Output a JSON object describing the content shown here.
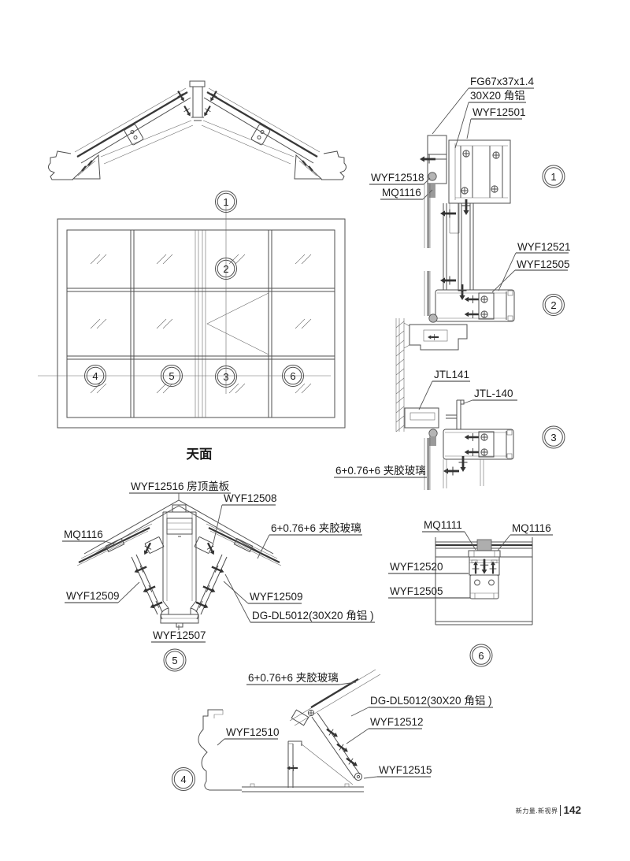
{
  "page": {
    "footer_slogan": "新力量.新视界",
    "footer_page": "142"
  },
  "plan": {
    "title": "天面",
    "callouts": [
      "1",
      "2",
      "3",
      "4",
      "5",
      "6"
    ]
  },
  "details": {
    "d1": {
      "number": "1",
      "labels": {
        "l1": "FG67x37x1.4",
        "l2": "30X20 角铝",
        "l3": "WYF12501",
        "l4": "WYF12518",
        "l5": "MQ1116"
      }
    },
    "d2": {
      "number": "2",
      "labels": {
        "l1": "WYF12521",
        "l2": "WYF12505"
      }
    },
    "d3": {
      "number": "3",
      "labels": {
        "l1": "JTL141",
        "l2": "JTL-140",
        "l3": "6+0.76+6 夹胶玻璃"
      }
    },
    "d4": {
      "number": "4",
      "labels": {
        "l1": "6+0.76+6 夹胶玻璃",
        "l2": "DG-DL5012(30X20 角铝 )",
        "l3": "WYF12510",
        "l4": "WYF12512",
        "l5": "WYF12515"
      }
    },
    "d5": {
      "number": "5",
      "labels": {
        "l1": "WYF12516 房顶盖板",
        "l2": "WYF12508",
        "l3": "MQ1116",
        "l4": "6+0.76+6 夹胶玻璃",
        "l5": "WYF12509",
        "l6": "WYF12509",
        "l7": "DG-DL5012(30X20 角铝 )",
        "l8": "WYF12507"
      }
    },
    "d6": {
      "number": "6",
      "labels": {
        "l1": "MQ1111",
        "l2": "MQ1116",
        "l3": "WYF12520",
        "l4": "WYF12505"
      }
    }
  }
}
